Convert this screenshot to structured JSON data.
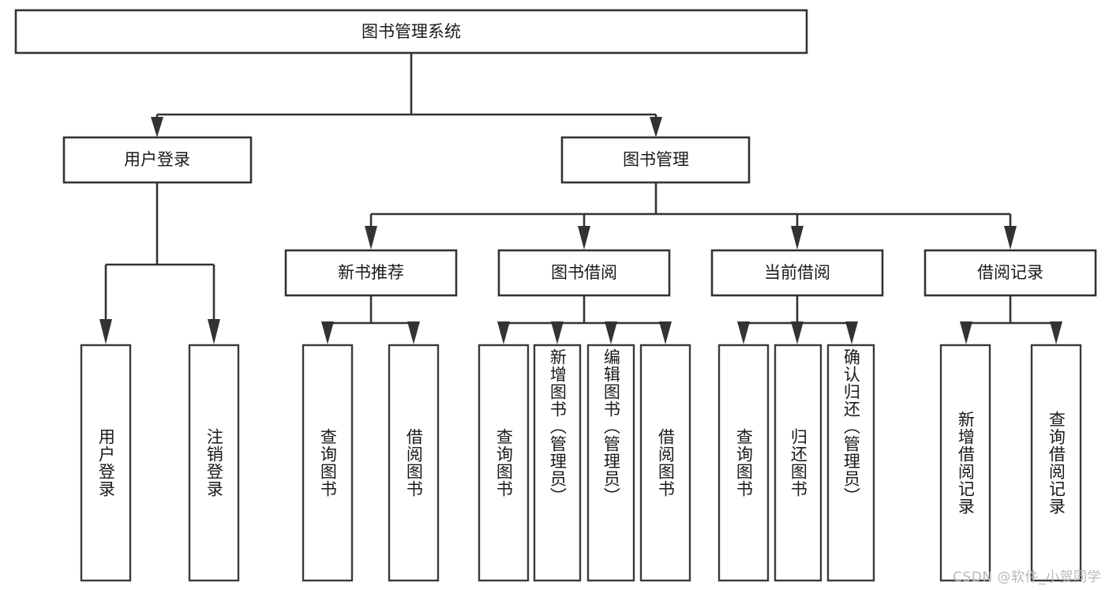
{
  "diagram": {
    "type": "tree-hierarchy",
    "title": "图书管理系统",
    "root": {
      "id": "root",
      "label": "图书管理系统",
      "orientation": "horizontal"
    },
    "level1": [
      {
        "id": "user-login",
        "label": "用户登录",
        "orientation": "horizontal"
      },
      {
        "id": "book-manage",
        "label": "图书管理",
        "orientation": "horizontal"
      }
    ],
    "level2": [
      {
        "id": "new-book-recommend",
        "label": "新书推荐",
        "parent": "book-manage",
        "orientation": "horizontal"
      },
      {
        "id": "book-borrow",
        "label": "图书借阅",
        "parent": "book-manage",
        "orientation": "horizontal"
      },
      {
        "id": "current-borrow",
        "label": "当前借阅",
        "parent": "book-manage",
        "orientation": "horizontal"
      },
      {
        "id": "borrow-record",
        "label": "借阅记录",
        "parent": "book-manage",
        "orientation": "horizontal"
      }
    ],
    "leaves": [
      {
        "id": "leaf-user-login",
        "label": "用户登录",
        "parent": "user-login",
        "orientation": "vertical"
      },
      {
        "id": "leaf-logout-login",
        "label": "注销登录",
        "parent": "user-login",
        "orientation": "vertical"
      },
      {
        "id": "leaf-query-book-1",
        "label": "查询图书",
        "parent": "new-book-recommend",
        "orientation": "vertical"
      },
      {
        "id": "leaf-borrow-book-1",
        "label": "借阅图书",
        "parent": "new-book-recommend",
        "orientation": "vertical"
      },
      {
        "id": "leaf-query-book-2",
        "label": "查询图书",
        "parent": "book-borrow",
        "orientation": "vertical"
      },
      {
        "id": "leaf-add-book",
        "label": "新增图书（管理员）",
        "parent": "book-borrow",
        "orientation": "vertical"
      },
      {
        "id": "leaf-edit-book",
        "label": "编辑图书（管理员）",
        "parent": "book-borrow",
        "orientation": "vertical"
      },
      {
        "id": "leaf-borrow-book-2",
        "label": "借阅图书",
        "parent": "book-borrow",
        "orientation": "vertical"
      },
      {
        "id": "leaf-query-book-3",
        "label": "查询图书",
        "parent": "current-borrow",
        "orientation": "vertical"
      },
      {
        "id": "leaf-return-book",
        "label": "归还图书",
        "parent": "current-borrow",
        "orientation": "vertical"
      },
      {
        "id": "leaf-confirm-return",
        "label": "确认归还（管理员）",
        "parent": "current-borrow",
        "orientation": "vertical"
      },
      {
        "id": "leaf-add-record",
        "label": "新增借阅记录",
        "parent": "borrow-record",
        "orientation": "vertical"
      },
      {
        "id": "leaf-query-record",
        "label": "查询借阅记录",
        "parent": "borrow-record",
        "orientation": "vertical"
      }
    ],
    "colors": {
      "stroke": "#333333",
      "fill": "#ffffff",
      "text": "#1a1a1a",
      "background": "#ffffff",
      "watermark": "#b9b9b9"
    }
  },
  "watermark": {
    "text": "CSDN @软件_小贺同学"
  }
}
